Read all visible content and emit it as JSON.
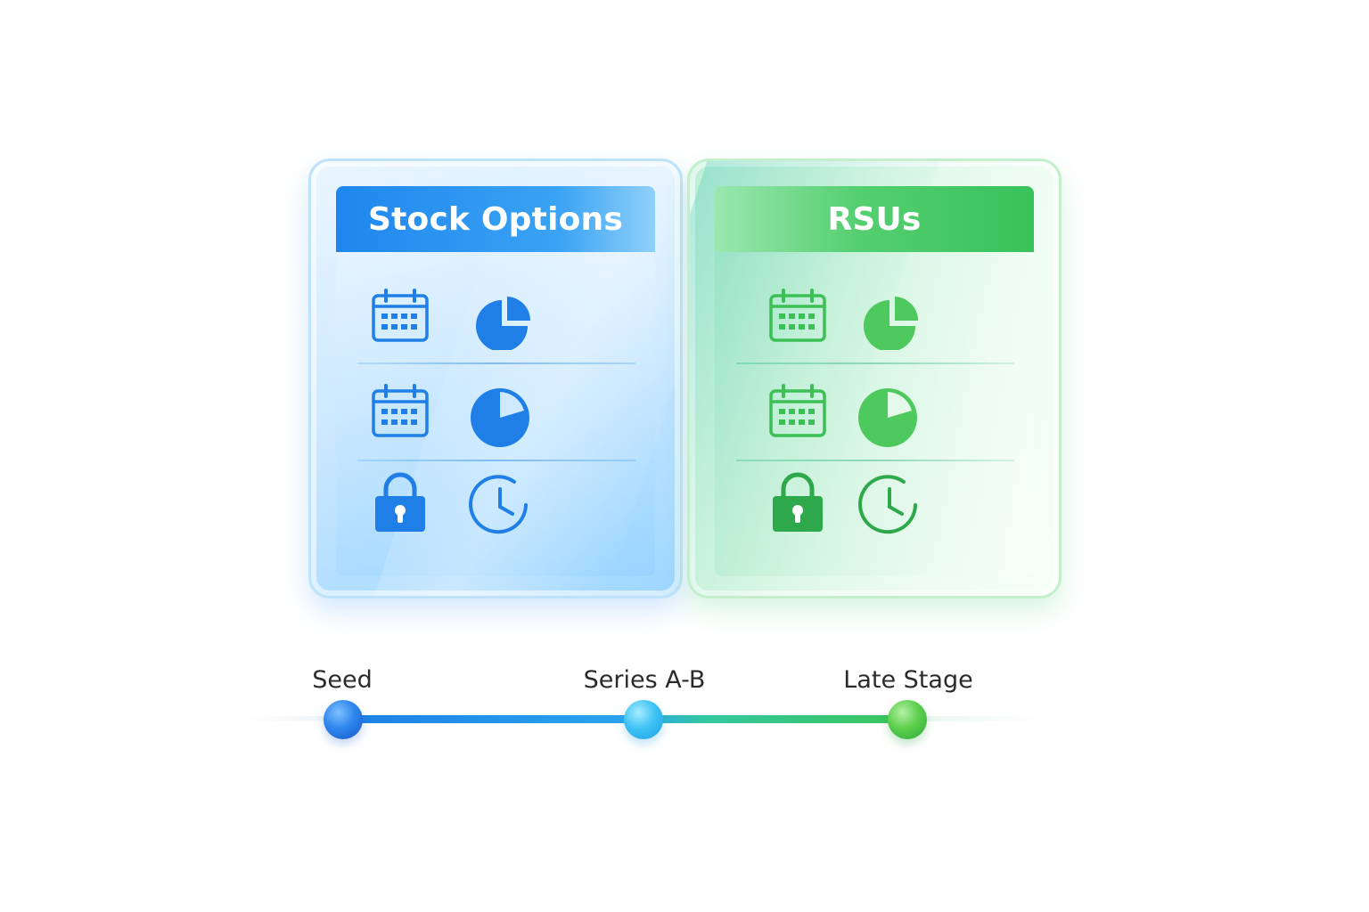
{
  "cards": {
    "stock_options": {
      "title": "Stock Options",
      "accent": "#1f7fe6"
    },
    "rsus": {
      "title": "RSUs",
      "accent": "#3cbf55"
    }
  },
  "rows": [
    {
      "left_icon": "calendar-icon",
      "right_icon": "pie-chart-small-slice-icon"
    },
    {
      "left_icon": "calendar-icon",
      "right_icon": "pie-chart-larger-slice-icon"
    },
    {
      "left_icon": "lock-icon",
      "right_icon": "clock-icon"
    }
  ],
  "timeline": {
    "stages": [
      {
        "label": "Seed",
        "color": "#1f7fe6"
      },
      {
        "label": "Series A-B",
        "color": "#33bdf0"
      },
      {
        "label": "Late Stage",
        "color": "#4cc14a"
      }
    ]
  }
}
